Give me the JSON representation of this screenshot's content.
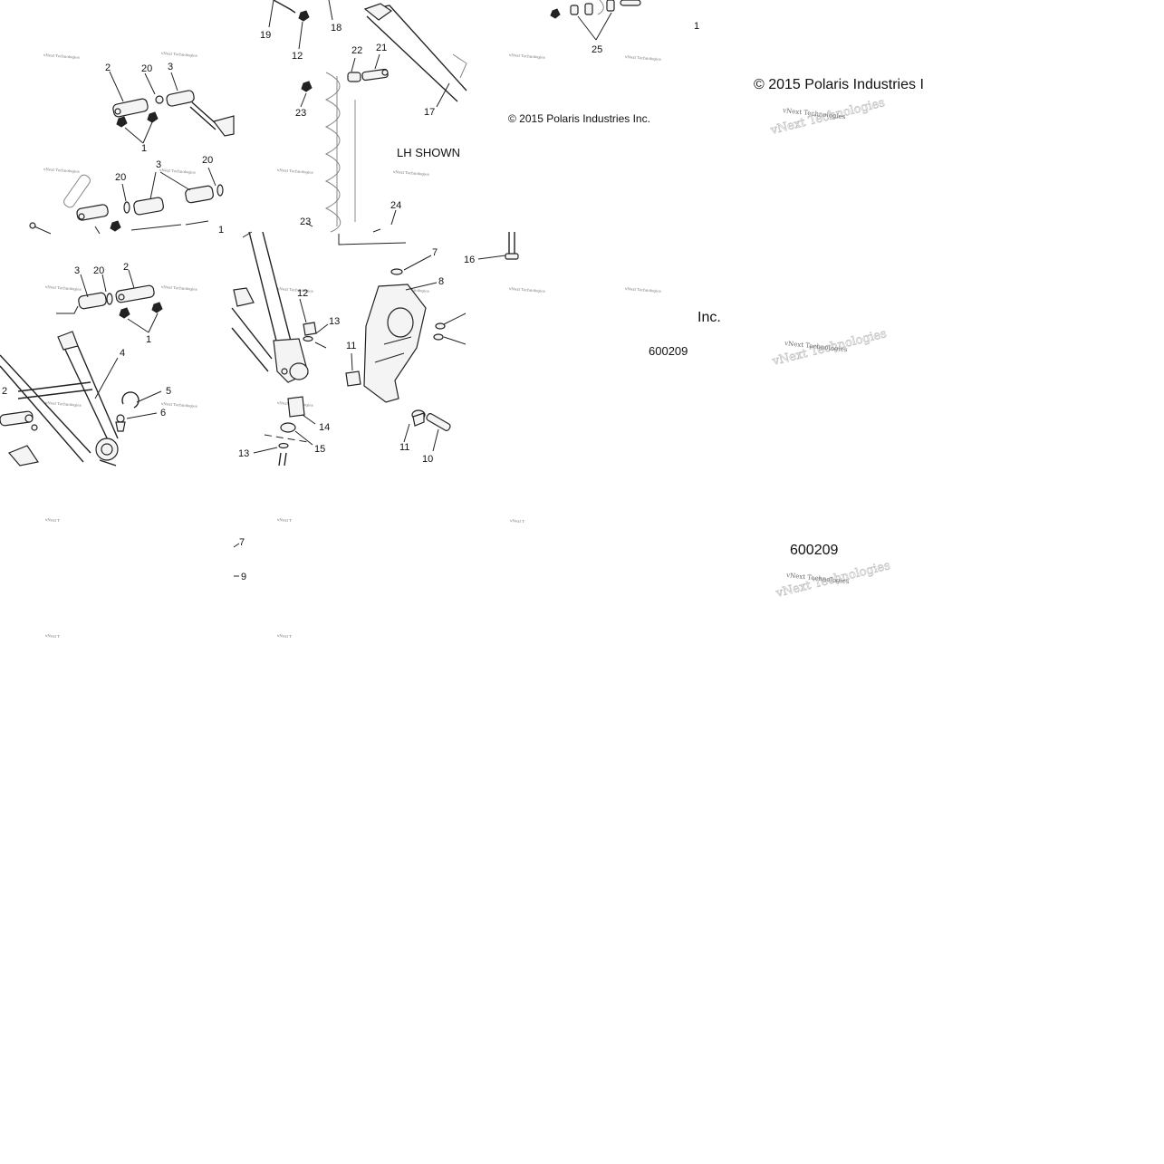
{
  "diagram": {
    "copyright": "© 2015 Polaris Industries Inc.",
    "copyright_large_cut": "© 2015 Polaris Industries I",
    "copyright_fragment": "Inc.",
    "drawing_number": "600209",
    "view_label": "LH SHOWN",
    "watermark": "vNext Technologies",
    "watermark_short": "vNext T",
    "callouts": {
      "c1_top_right": "1",
      "c1_a": "1",
      "c1_b": "1",
      "c1_c": "1",
      "c2_a": "2",
      "c2_b": "2",
      "c2_c": "2",
      "c3_a": "3",
      "c3_b": "3",
      "c3_c": "3",
      "c4": "4",
      "c5": "5",
      "c6": "6",
      "c7_a": "7",
      "c7_b": "7",
      "c8": "8",
      "c9": "9",
      "c10": "10",
      "c11_a": "11",
      "c11_b": "11",
      "c12_a": "12",
      "c12_b": "12",
      "c13_a": "13",
      "c13_b": "13",
      "c14": "14",
      "c15": "15",
      "c16": "16",
      "c17": "17",
      "c18": "18",
      "c19": "19",
      "c20_a": "20",
      "c20_b": "20",
      "c20_c": "20",
      "c20_d": "20",
      "c21": "21",
      "c22": "22",
      "c23_a": "23",
      "c23_b": "23",
      "c24": "24",
      "c25": "25"
    }
  }
}
